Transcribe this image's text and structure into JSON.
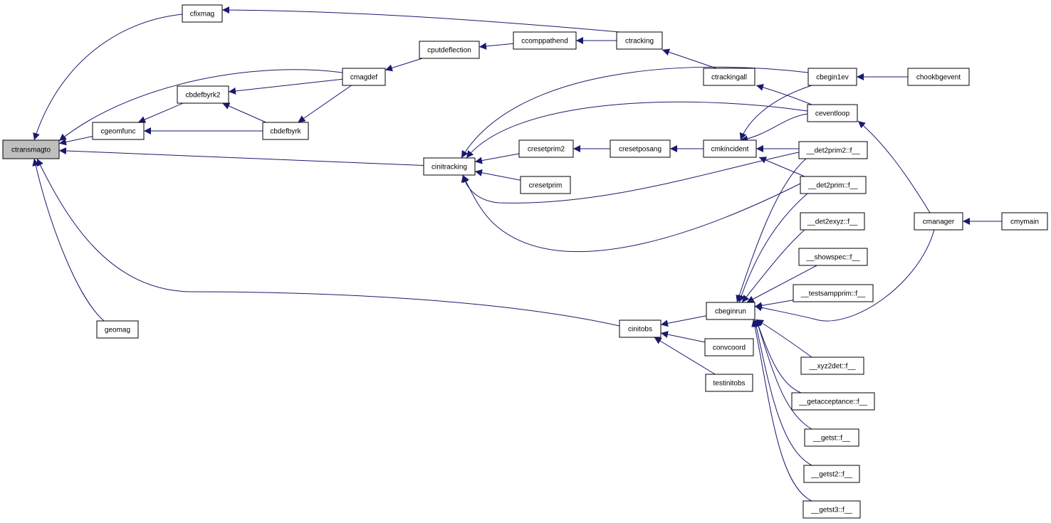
{
  "graph": {
    "nodes": [
      {
        "id": "ctransmagto",
        "label": "ctransmagto",
        "root": true
      },
      {
        "id": "cfixmag",
        "label": "cfixmag"
      },
      {
        "id": "cgeomfunc",
        "label": "cgeomfunc"
      },
      {
        "id": "cbdefbyrk2",
        "label": "cbdefbyrk2"
      },
      {
        "id": "cbdefbyrk",
        "label": "cbdefbyrk"
      },
      {
        "id": "cmagdef",
        "label": "cmagdef"
      },
      {
        "id": "cputdeflection",
        "label": "cputdeflection"
      },
      {
        "id": "ccomppathend",
        "label": "ccomppathend"
      },
      {
        "id": "ctracking",
        "label": "ctracking"
      },
      {
        "id": "ctrackingall",
        "label": "ctrackingall"
      },
      {
        "id": "cinitracking",
        "label": "cinitracking"
      },
      {
        "id": "cresetprim2",
        "label": "cresetprim2"
      },
      {
        "id": "cresetprim",
        "label": "cresetprim"
      },
      {
        "id": "cresetposang",
        "label": "cresetposang"
      },
      {
        "id": "cmkincident",
        "label": "cmkincident"
      },
      {
        "id": "cbegin1ev",
        "label": "cbegin1ev"
      },
      {
        "id": "chookbgevent",
        "label": "chookbgevent"
      },
      {
        "id": "ceventloop",
        "label": "ceventloop"
      },
      {
        "id": "det2prim2",
        "label": "__det2prim2::f__"
      },
      {
        "id": "det2prim",
        "label": "__det2prim::f__"
      },
      {
        "id": "det2exyz",
        "label": "__det2exyz::f__"
      },
      {
        "id": "showspec",
        "label": "__showspec::f__"
      },
      {
        "id": "testsampprim",
        "label": "__testsampprim::f__"
      },
      {
        "id": "cbeginrun",
        "label": "cbeginrun"
      },
      {
        "id": "xyz2det",
        "label": "__xyz2det::f__"
      },
      {
        "id": "getacceptance",
        "label": "__getacceptance::f__"
      },
      {
        "id": "getst",
        "label": "__getst::f__"
      },
      {
        "id": "getst2",
        "label": "__getst2::f__"
      },
      {
        "id": "getst3",
        "label": "__getst3::f__"
      },
      {
        "id": "cinitobs",
        "label": "cinitobs"
      },
      {
        "id": "convcoord",
        "label": "convcoord"
      },
      {
        "id": "testinitobs",
        "label": "testinitobs"
      },
      {
        "id": "cmanager",
        "label": "cmanager"
      },
      {
        "id": "cmymain",
        "label": "cmymain"
      },
      {
        "id": "geomag",
        "label": "geomag"
      }
    ],
    "edges": [
      {
        "from": "cfixmag",
        "to": "ctransmagto"
      },
      {
        "from": "cgeomfunc",
        "to": "ctransmagto"
      },
      {
        "from": "cmagdef",
        "to": "ctransmagto"
      },
      {
        "from": "cinitracking",
        "to": "ctransmagto"
      },
      {
        "from": "cinitobs",
        "to": "ctransmagto"
      },
      {
        "from": "geomag",
        "to": "ctransmagto"
      },
      {
        "from": "ctracking",
        "to": "cfixmag"
      },
      {
        "from": "cbdefbyrk2",
        "to": "cgeomfunc"
      },
      {
        "from": "cbdefbyrk",
        "to": "cgeomfunc"
      },
      {
        "from": "cmagdef",
        "to": "cbdefbyrk2"
      },
      {
        "from": "cbdefbyrk",
        "to": "cbdefbyrk2"
      },
      {
        "from": "cmagdef",
        "to": "cbdefbyrk"
      },
      {
        "from": "cputdeflection",
        "to": "cmagdef"
      },
      {
        "from": "ccomppathend",
        "to": "cputdeflection"
      },
      {
        "from": "ctracking",
        "to": "ccomppathend"
      },
      {
        "from": "ctrackingall",
        "to": "ctracking"
      },
      {
        "from": "ceventloop",
        "to": "ctrackingall"
      },
      {
        "from": "cbegin1ev",
        "to": "cinitracking"
      },
      {
        "from": "ceventloop",
        "to": "cinitracking"
      },
      {
        "from": "cresetprim2",
        "to": "cinitracking"
      },
      {
        "from": "cresetprim",
        "to": "cinitracking"
      },
      {
        "from": "det2prim2",
        "to": "cinitracking"
      },
      {
        "from": "det2prim",
        "to": "cinitracking"
      },
      {
        "from": "cresetposang",
        "to": "cresetprim2"
      },
      {
        "from": "cmkincident",
        "to": "cresetposang"
      },
      {
        "from": "cbegin1ev",
        "to": "cmkincident"
      },
      {
        "from": "ceventloop",
        "to": "cmkincident"
      },
      {
        "from": "det2prim2",
        "to": "cmkincident"
      },
      {
        "from": "det2prim",
        "to": "cmkincident"
      },
      {
        "from": "chookbgevent",
        "to": "cbegin1ev"
      },
      {
        "from": "cmanager",
        "to": "ceventloop"
      },
      {
        "from": "cmymain",
        "to": "cmanager"
      },
      {
        "from": "cbeginrun",
        "to": "cinitobs"
      },
      {
        "from": "convcoord",
        "to": "cinitobs"
      },
      {
        "from": "testinitobs",
        "to": "cinitobs"
      },
      {
        "from": "det2prim2",
        "to": "cbeginrun"
      },
      {
        "from": "det2prim",
        "to": "cbeginrun"
      },
      {
        "from": "det2exyz",
        "to": "cbeginrun"
      },
      {
        "from": "showspec",
        "to": "cbeginrun"
      },
      {
        "from": "testsampprim",
        "to": "cbeginrun"
      },
      {
        "from": "cmanager",
        "to": "cbeginrun"
      },
      {
        "from": "xyz2det",
        "to": "cbeginrun"
      },
      {
        "from": "getacceptance",
        "to": "cbeginrun"
      },
      {
        "from": "getst",
        "to": "cbeginrun"
      },
      {
        "from": "getst2",
        "to": "cbeginrun"
      },
      {
        "from": "getst3",
        "to": "cbeginrun"
      }
    ]
  },
  "colors": {
    "edge": "#191970",
    "root_fill": "#bfbfbf",
    "node_fill": "#ffffff",
    "node_stroke": "#000000"
  }
}
